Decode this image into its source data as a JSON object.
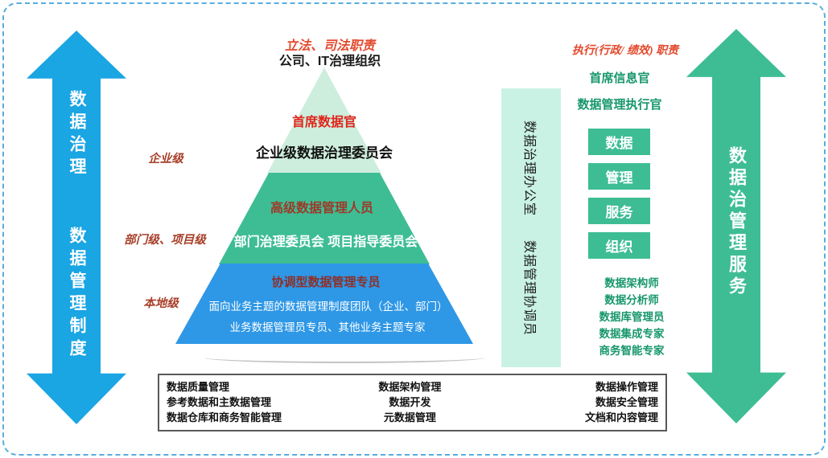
{
  "top_center": {
    "line1": "立法、司法职责",
    "line2": "公司、IT治理组织"
  },
  "top_right": {
    "title": "执行(行政/ 绩效) 职责",
    "cio": "首席信息官",
    "cdo_exec": "数据管理执行官"
  },
  "left_arrow": {
    "label_top": "数据治理",
    "label_bottom": "数据管理制度"
  },
  "right_arrow": {
    "label": "数据治管理服务"
  },
  "pyramid": {
    "level1": {
      "title": "首席数据官",
      "body": "企业级数据治理委员会"
    },
    "level2": {
      "title": "高级数据管理人员",
      "body": "部门治理委员会 项目指导委员会"
    },
    "level3": {
      "title": "协调型数据管理专员",
      "body1": "面向业务主题的数据管理制度团队（企业、部门）",
      "body2": "业务数据管理员专员、其他业务主题专家"
    },
    "side_labels": [
      "企业级",
      "部门级、项目级",
      "本地级"
    ]
  },
  "office_bar": {
    "labels": [
      "数据治理办公室",
      "数据管理协调员"
    ]
  },
  "service_boxes": [
    "数据",
    "管理",
    "服务",
    "组织"
  ],
  "roles": [
    "数据架构师",
    "数据分析师",
    "数据库管理员",
    "数据集成专家",
    "商务智能专家"
  ],
  "functions_table": {
    "columns": [
      [
        "数据质量管理",
        "参考数据和主数据管理",
        "数据仓库和商务智能管理"
      ],
      [
        "数据架构管理",
        "数据开发",
        "元数据管理"
      ],
      [
        "数据操作管理",
        "数据安全管理",
        "文档和内容管理"
      ]
    ]
  },
  "colors": {
    "arrow_blue": "#1aa5e3",
    "arrow_green": "#3ebd95",
    "pyramid_top_mint": "#cdeedd",
    "pyramid_mid_green": "#3ebd95",
    "pyramid_bottom_blue": "#2e97e6",
    "office_bar_mint": "#c9f2e5",
    "accent_red": "#e34a2e",
    "dark_red": "#9c3a28",
    "text_green": "#17976c",
    "frame_dash_blue": "#58aede"
  }
}
